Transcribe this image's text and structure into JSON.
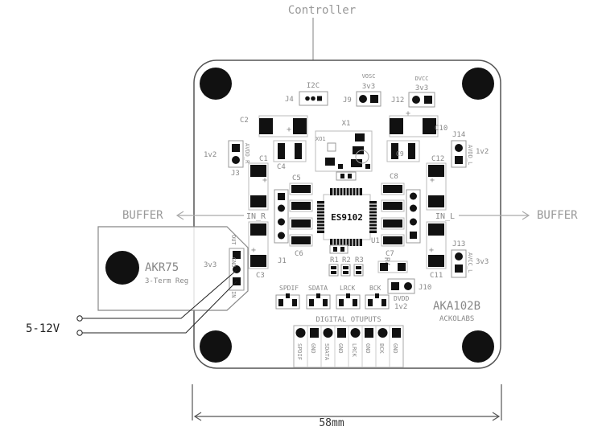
{
  "annotations": {
    "controller": "Controller",
    "buffer_left": "BUFFER",
    "buffer_right": "BUFFER",
    "supply": "5-12V",
    "dimension": "58mm"
  },
  "board": {
    "name": "AKA102B",
    "maker": "ACKOLABS",
    "chip": "ES9102",
    "digital_outputs_label": "DIGITAL OTUPUTS",
    "regulator_name": "AKR75",
    "regulator_desc": "3-Term Reg"
  },
  "silkscreen": {
    "i2c": "I2C",
    "j4": "J4",
    "vosc": "VOSC",
    "vosc_v": "3v3",
    "j9": "J9",
    "dvcc": "DVCC",
    "dvcc_v": "3v3",
    "j12": "J12",
    "x1": "X1",
    "xo1": "XO1",
    "c2": "C2",
    "c10": "C10",
    "c4": "C4",
    "c9": "C9",
    "c1": "C1",
    "c12": "C12",
    "c5": "C5",
    "c8": "C8",
    "c6": "C6",
    "c7": "C7",
    "c3": "C3",
    "c11": "C11",
    "j3": "J3",
    "j3_v": "1v2",
    "j3_rail": "AVDD_R",
    "j14": "J14",
    "j14_v": "1v2",
    "j14_rail": "AVDD_L",
    "j1": "J1",
    "j13": "J13",
    "j13_v": "3v3",
    "j13_rail": "AVCC_L",
    "in_r": "IN_R",
    "in_l": "IN_L",
    "u1": "U1",
    "r1": "R1",
    "r2": "R2",
    "r3": "R3",
    "r4": "R4",
    "j10": "J10",
    "dvdd": "DVDD",
    "dvdd_v": "1v2",
    "reg_v": "3v3",
    "reg_out": "OUT",
    "reg_gnd": "GND",
    "reg_in": "IN",
    "spdif": "SPDIF",
    "sdata": "SDATA",
    "lrck": "LRCK",
    "bck": "BCK"
  },
  "output_pins": [
    "SPDIF",
    "GND",
    "SDATA",
    "GND",
    "LRCK",
    "GND",
    "BCK",
    "GND"
  ],
  "colors": {
    "board_outline": "#555555",
    "component": "#111111",
    "silkscreen": "#888888",
    "annotation_line": "#aaaaaa"
  }
}
